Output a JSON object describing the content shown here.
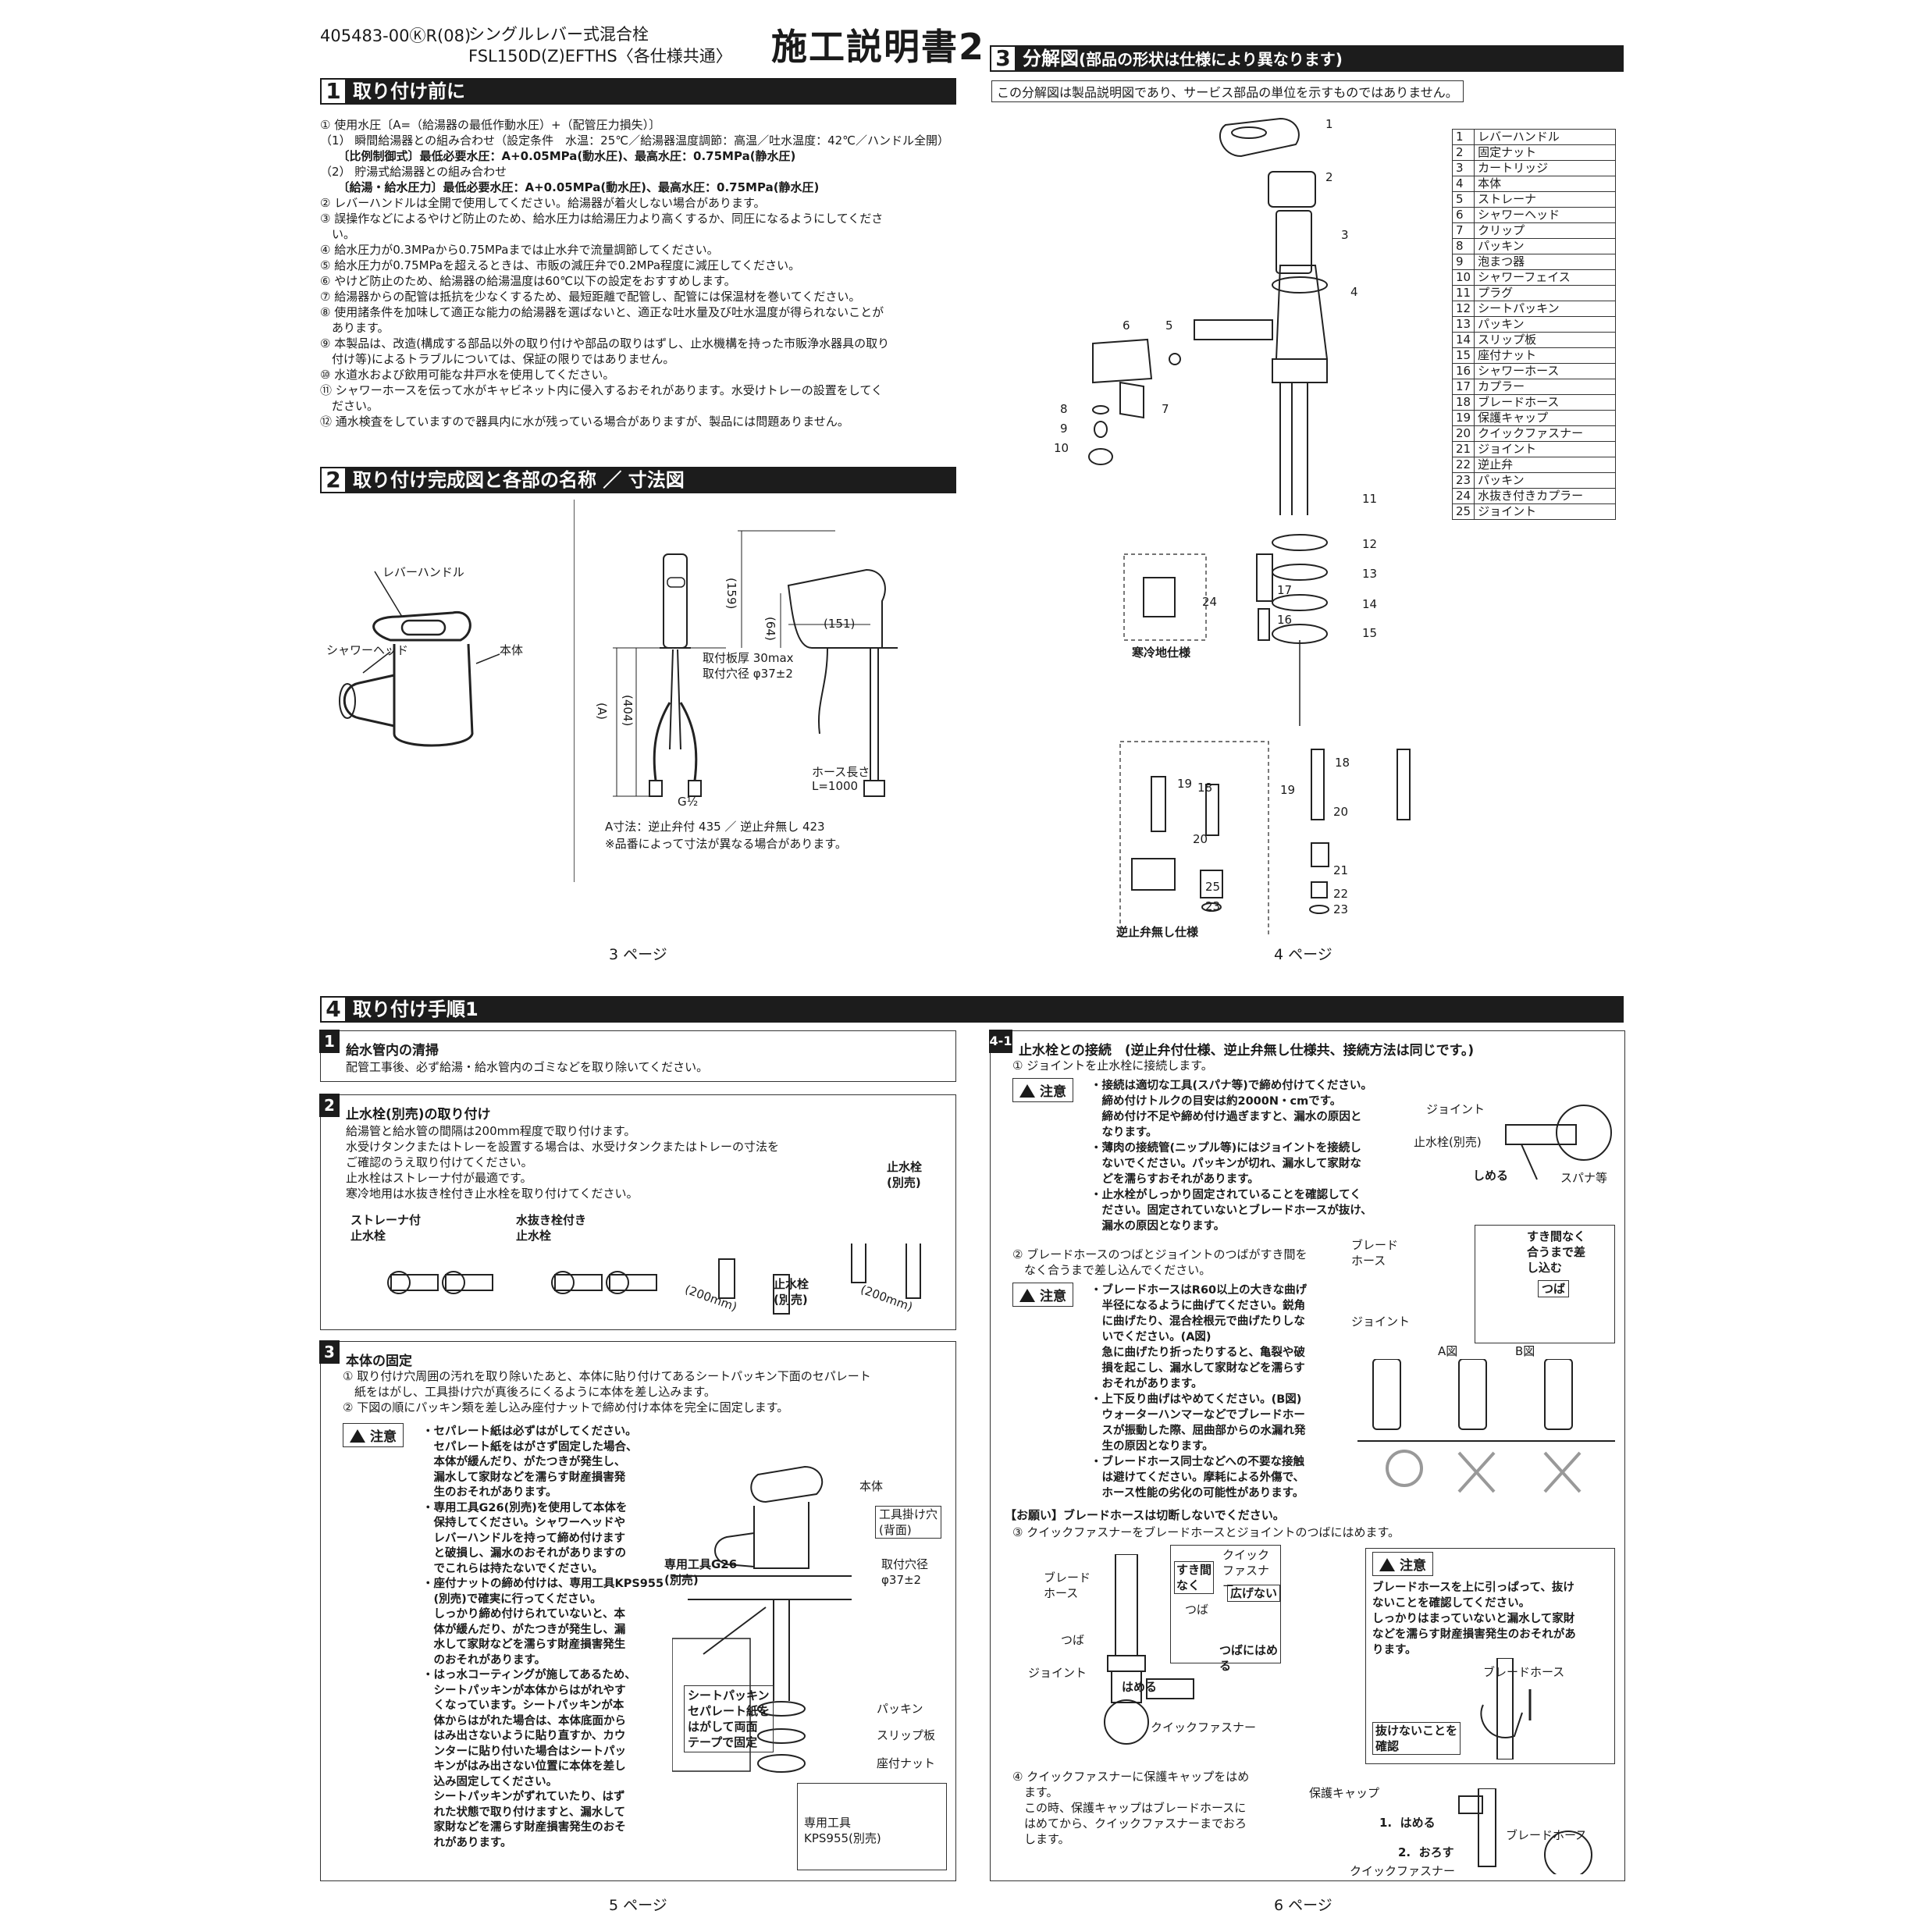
{
  "header": {
    "code": "405483-00ⓀR(08)",
    "model_line1": "シングルレバー式混合栓",
    "model_line2": "FSL150D(Z)EFTHS〈各仕様共通〉",
    "title": "施工説明書2"
  },
  "section1": {
    "num": "1",
    "title": "取り付け前に",
    "lines": [
      "① 使用水圧〔A=（給湯器の最低作動水圧）+（配管圧力損失）〕",
      "（1） 瞬間給湯器との組み合わせ（設定条件　水温：25℃／給湯器温度調節：高温／吐水温度：42℃／ハンドル全開）",
      "　　〔比例制御式〕最低必要水圧：A+0.05MPa(動水圧)、最高水圧：0.75MPa(静水圧)",
      "（2） 貯湯式給湯器との組み合わせ",
      "　　〔給湯・給水圧力〕最低必要水圧：A+0.05MPa(動水圧)、最高水圧：0.75MPa(静水圧)",
      "② レバーハンドルは全開で使用してください。給湯器が着火しない場合があります。",
      "③ 誤操作などによるやけど防止のため、給水圧力は給湯圧力より高くするか、同圧になるようにしてくださ",
      "　い。",
      "④ 給水圧力が0.3MPaから0.75MPaまでは止水弁で流量調節してください。",
      "⑤ 給水圧力が0.75MPaを超えるときは、市販の減圧弁で0.2MPa程度に減圧してください。",
      "⑥ やけど防止のため、給湯器の給湯温度は60℃以下の設定をおすすめします。",
      "⑦ 給湯器からの配管は抵抗を少なくするため、最短距離で配管し、配管には保温材を巻いてください。",
      "⑧ 使用諸条件を加味して適正な能力の給湯器を選ばないと、適正な吐水量及び吐水温度が得られないことが",
      "　あります。",
      "⑨ 本製品は、改造(構成する部品以外の取り付けや部品の取りはずし、止水機構を持った市販浄水器具の取り",
      "　付け等)によるトラブルについては、保証の限りではありません。",
      "⑩ 水道水および飲用可能な井戸水を使用してください。",
      "⑪ シャワーホースを伝って水がキャビネット内に侵入するおそれがあります。水受けトレーの設置をしてく",
      "　ださい。",
      "⑫ 通水検査をしていますので器具内に水が残っている場合がありますが、製品には問題ありません。"
    ]
  },
  "section2": {
    "num": "2",
    "title": "取り付け完成図と各部の名称 ／ 寸法図",
    "labels": {
      "lever": "レバーハンドル",
      "shower": "シャワーヘッド",
      "body": "本体"
    },
    "dims": {
      "d159": "(159)",
      "d64": "(64)",
      "d151": "(151)",
      "dA": "(A)",
      "d404": "(404)",
      "plate": "取付板厚 30max",
      "hole": "取付穴径 φ37±2",
      "g": "G½",
      "hose": "ホース長さ",
      "hose_len": "L=1000",
      "a_note": "A寸法：逆止弁付 435 ／ 逆止弁無し 423",
      "note2": "※品番によって寸法が異なる場合があります。"
    },
    "page": "3 ページ"
  },
  "section3": {
    "num": "3",
    "title": "分解図",
    "subtitle": "(部品の形状は仕様により異なります)",
    "notice": "この分解図は製品説明図であり、サービス部品の単位を示すものではありません。",
    "parts": [
      {
        "n": "1",
        "name": "レバーハンドル"
      },
      {
        "n": "2",
        "name": "固定ナット"
      },
      {
        "n": "3",
        "name": "カートリッジ"
      },
      {
        "n": "4",
        "name": "本体"
      },
      {
        "n": "5",
        "name": "ストレーナ"
      },
      {
        "n": "6",
        "name": "シャワーヘッド"
      },
      {
        "n": "7",
        "name": "クリップ"
      },
      {
        "n": "8",
        "name": "パッキン"
      },
      {
        "n": "9",
        "name": "泡まつ器"
      },
      {
        "n": "10",
        "name": "シャワーフェイス"
      },
      {
        "n": "11",
        "name": "プラグ"
      },
      {
        "n": "12",
        "name": "シートパッキン"
      },
      {
        "n": "13",
        "name": "パッキン"
      },
      {
        "n": "14",
        "name": "スリップ板"
      },
      {
        "n": "15",
        "name": "座付ナット"
      },
      {
        "n": "16",
        "name": "シャワーホース"
      },
      {
        "n": "17",
        "name": "カプラー"
      },
      {
        "n": "18",
        "name": "ブレードホース"
      },
      {
        "n": "19",
        "name": "保護キャップ"
      },
      {
        "n": "20",
        "name": "クイックファスナー"
      },
      {
        "n": "21",
        "name": "ジョイント"
      },
      {
        "n": "22",
        "name": "逆止弁"
      },
      {
        "n": "23",
        "name": "パッキン"
      },
      {
        "n": "24",
        "name": "水抜き付きカプラー"
      },
      {
        "n": "25",
        "name": "ジョイント"
      }
    ],
    "cold": "寒冷地仕様",
    "nocheck": "逆止弁無し仕様",
    "page": "4 ページ"
  },
  "section4": {
    "num": "4",
    "title": "取り付け手順1",
    "step1": {
      "n": "1",
      "title": "給水管内の清掃",
      "text": "配管工事後、必ず給湯・給水管内のゴミなどを取り除いてください。"
    },
    "step2": {
      "n": "2",
      "title": "止水栓(別売)の取り付け",
      "text": "給湯管と給水管の間隔は200mm程度で取り付けます。\n水受けタンクまたはトレーを設置する場合は、水受けタンクまたはトレーの寸法を\nご確認のうえ取り付けてください。\n止水栓はストレーナ付が最適です。\n寒冷地用は水抜き栓付き止水栓を取り付けてください。",
      "strainer": "ストレーナ付\n止水栓",
      "drain": "水抜き栓付き\n止水栓",
      "valve": "止水栓\n(別売)",
      "valve2": "止水栓\n(別売)",
      "d200": "(200mm)"
    },
    "step3": {
      "n": "3",
      "title": "本体の固定",
      "text": "① 取り付け穴周囲の汚れを取り除いたあと、本体に貼り付けてあるシートパッキン下面のセパレート\n　紙をはがし、工具掛け穴が真後ろにくるように本体を差し込みます。\n② 下図の順にパッキン類を差し込み座付ナットで締め付け本体を完全に固定します。",
      "caution": "注意",
      "caution_text": "・セパレート紙は必ずはがしてください。\n　セパレート紙をはがさず固定した場合、\n　本体が緩んだり、がたつきが発生し、\n　漏水して家財などを濡らす財産損害発\n　生のおそれがあります。\n・専用工具G26(別売)を使用して本体を\n　保持してください。シャワーヘッドや\n　レバーハンドルを持って締め付けます\n　と破損し、漏水のおそれがありますの\n　でこれらは持たないでください。\n・座付ナットの締め付けは、専用工具KPS955\n　(別売)で確実に行ってください。\n　しっかり締め付けられていないと、本\n　体が緩んだり、がたつきが発生し、漏\n　水して家財などを濡らす財産損害発生\n　のおそれがあります。\n・はっ水コーティングが施してあるため、\n　シートパッキンが本体からはがれやす\n　くなっています。シートパッキンが本\n　体からはがれた場合は、本体底面から\n　はみ出さないように貼り直すか、カウ\n　ンターに貼り付いた場合はシートパッ\n　キンがはみ出さない位置に本体を差し\n　込み固定してください。\n　シートパッキンがずれていたり、はず\n　れた状態で取り付けますと、漏水して\n　家財などを濡らす財産損害発生のおそ\n　れがあります。",
      "body": "本体",
      "hook": "工具掛け穴\n(背面)",
      "hole": "取付穴径\nφ37±2",
      "g26": "専用工具G26\n(別売)",
      "seat": "シートパッキン\nセパレート紙を\nはがして両面\nテープで固定",
      "packing": "パッキン",
      "slip": "スリップ板",
      "nut": "座付ナット",
      "kps": "専用工具\nKPS955(別売)"
    },
    "page5": "5 ページ",
    "step41": {
      "n": "4-1",
      "title": "止水栓との接続　(逆止弁付仕様、逆止弁無し仕様共、接続方法は同じです。)",
      "s1": "① ジョイントを止水栓に接続します。",
      "caution": "注意",
      "c1": "・接続は適切な工具(スパナ等)で締め付けてください。\n　締め付けトルクの目安は約2000N・cmです。\n　締め付け不足や締め付け過ぎますと、漏水の原因と\n　なります。\n・薄肉の接続管(ニップル等)にはジョイントを接続し\n　ないでください。パッキンが切れ、漏水して家財な\n　どを濡らすおそれがあります。\n・止水栓がしっかり固定されていることを確認してく\n　ださい。固定されていないとブレードホースが抜け、\n　漏水の原因となります。",
      "joint": "ジョイント",
      "valve": "止水栓(別売)",
      "tighten": "しめる",
      "spanner": "スパナ等",
      "s2": "② ブレードホースのつばとジョイントのつばがすき間を\n　なく合うまで差し込んでください。",
      "c2": "・ブレードホースはR60以上の大きな曲げ\n　半径になるように曲げてください。鋭角\n　に曲げたり、混合栓根元で曲げたりしな\n　いでください。(A図)\n　急に曲げたり折ったりすると、亀裂や破\n　損を起こし、漏水して家財などを濡らす\n　おそれがあります。\n・上下反り曲げはやめてください。(B図)\n　ウォーターハンマーなどでブレードホー\n　スが振動した際、屈曲部からの水漏れ発\n　生の原因となります。\n・ブレードホース同士などへの不要な接触\n　は避けてください。摩耗による外傷で、\n　ホース性能の劣化の可能性があります。",
      "braid": "ブレード\nホース",
      "joint2": "ジョイント",
      "gap": "すき間なく\n合うまで差\nし込む",
      "tsuba": "つば",
      "fig_a": "A図",
      "fig_b": "B図",
      "request": "【お願い】ブレードホースは切断しないでください。",
      "s3": "③ クイックファスナーをブレードホースとジョイントのつばにはめます。",
      "braid2": "ブレード\nホース",
      "tsuba2": "つば",
      "joint3": "ジョイント",
      "fit": "はめる",
      "quick": "クイック\nファスナー",
      "no_gap": "すき間\nなく",
      "no_spread": "広げない",
      "tsuba3": "つば",
      "fit_tsuba": "つばにはめる",
      "quick2": "クイックファスナー",
      "c3": "ブレードホースを上に引っぱって、抜け\nないことを確認してください。\nしっかりはまっていないと漏水して家財\nなどを濡らす財産損害発生のおそれがあ\nります。",
      "braid3": "ブレードホース",
      "confirm": "抜けないことを\n確認",
      "s4": "④ クイックファスナーに保護キャップをはめ\n　ます。\n　この時、保護キャップはブレードホースに\n　はめてから、クイックファスナーまでおろ\n　します。",
      "cap": "保護キャップ",
      "fit1": "1.  はめる",
      "lower": "2.  おろす",
      "braid4": "ブレードホース",
      "quick3": "クイックファスナー"
    },
    "page6": "6 ページ"
  }
}
